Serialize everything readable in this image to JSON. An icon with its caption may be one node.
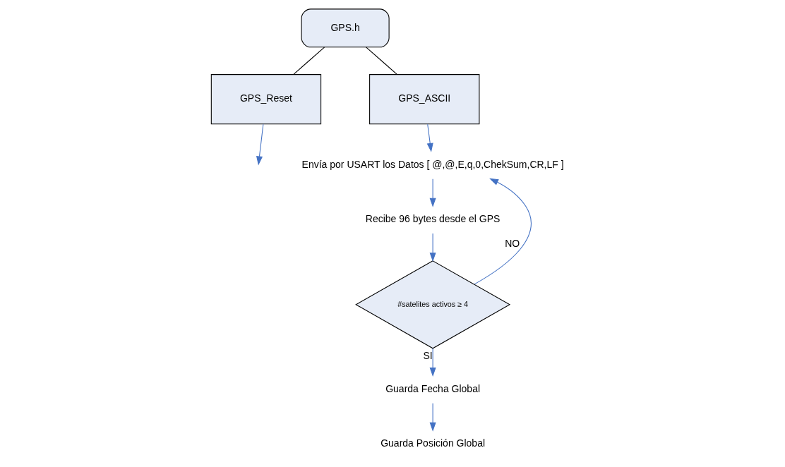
{
  "diagram": {
    "nodes": [
      {
        "text": [
          "GPS.h"
        ]
      },
      {
        "text": [
          "GPS_Reset"
        ]
      },
      {
        "text": [
          "GPS_ASCII"
        ]
      },
      {
        "text": [
          "Envía por USART los Datos [ @,@,E,q,0,ChekSum,CR,LF ]"
        ]
      },
      {
        "text": [
          "Recibe 96 bytes desde el GPS"
        ]
      },
      {
        "text": [
          "#satelites activos ≥ 4"
        ]
      },
      {
        "text": [
          "Guarda Fecha Global"
        ]
      },
      {
        "text": [
          "Guarda Posición Global"
        ]
      }
    ],
    "edges": [
      {
        "from": 0,
        "to": 1,
        "arrow": "none",
        "color": "#000000"
      },
      {
        "from": 0,
        "to": 2,
        "arrow": "none",
        "color": "#000000"
      },
      {
        "from": 1,
        "to": null,
        "arrow": "to"
      },
      {
        "from": 2,
        "to": 3,
        "arrow": "to"
      },
      {
        "from": 3,
        "to": 4,
        "arrow": "to"
      },
      {
        "from": 4,
        "to": 5,
        "arrow": "to"
      },
      {
        "from": 5,
        "to": 3,
        "arrow": "to",
        "label": "NO"
      },
      {
        "from": 5,
        "to": 6,
        "arrow": "to",
        "label": "SI"
      },
      {
        "from": 6,
        "to": 7,
        "arrow": "to"
      }
    ]
  }
}
